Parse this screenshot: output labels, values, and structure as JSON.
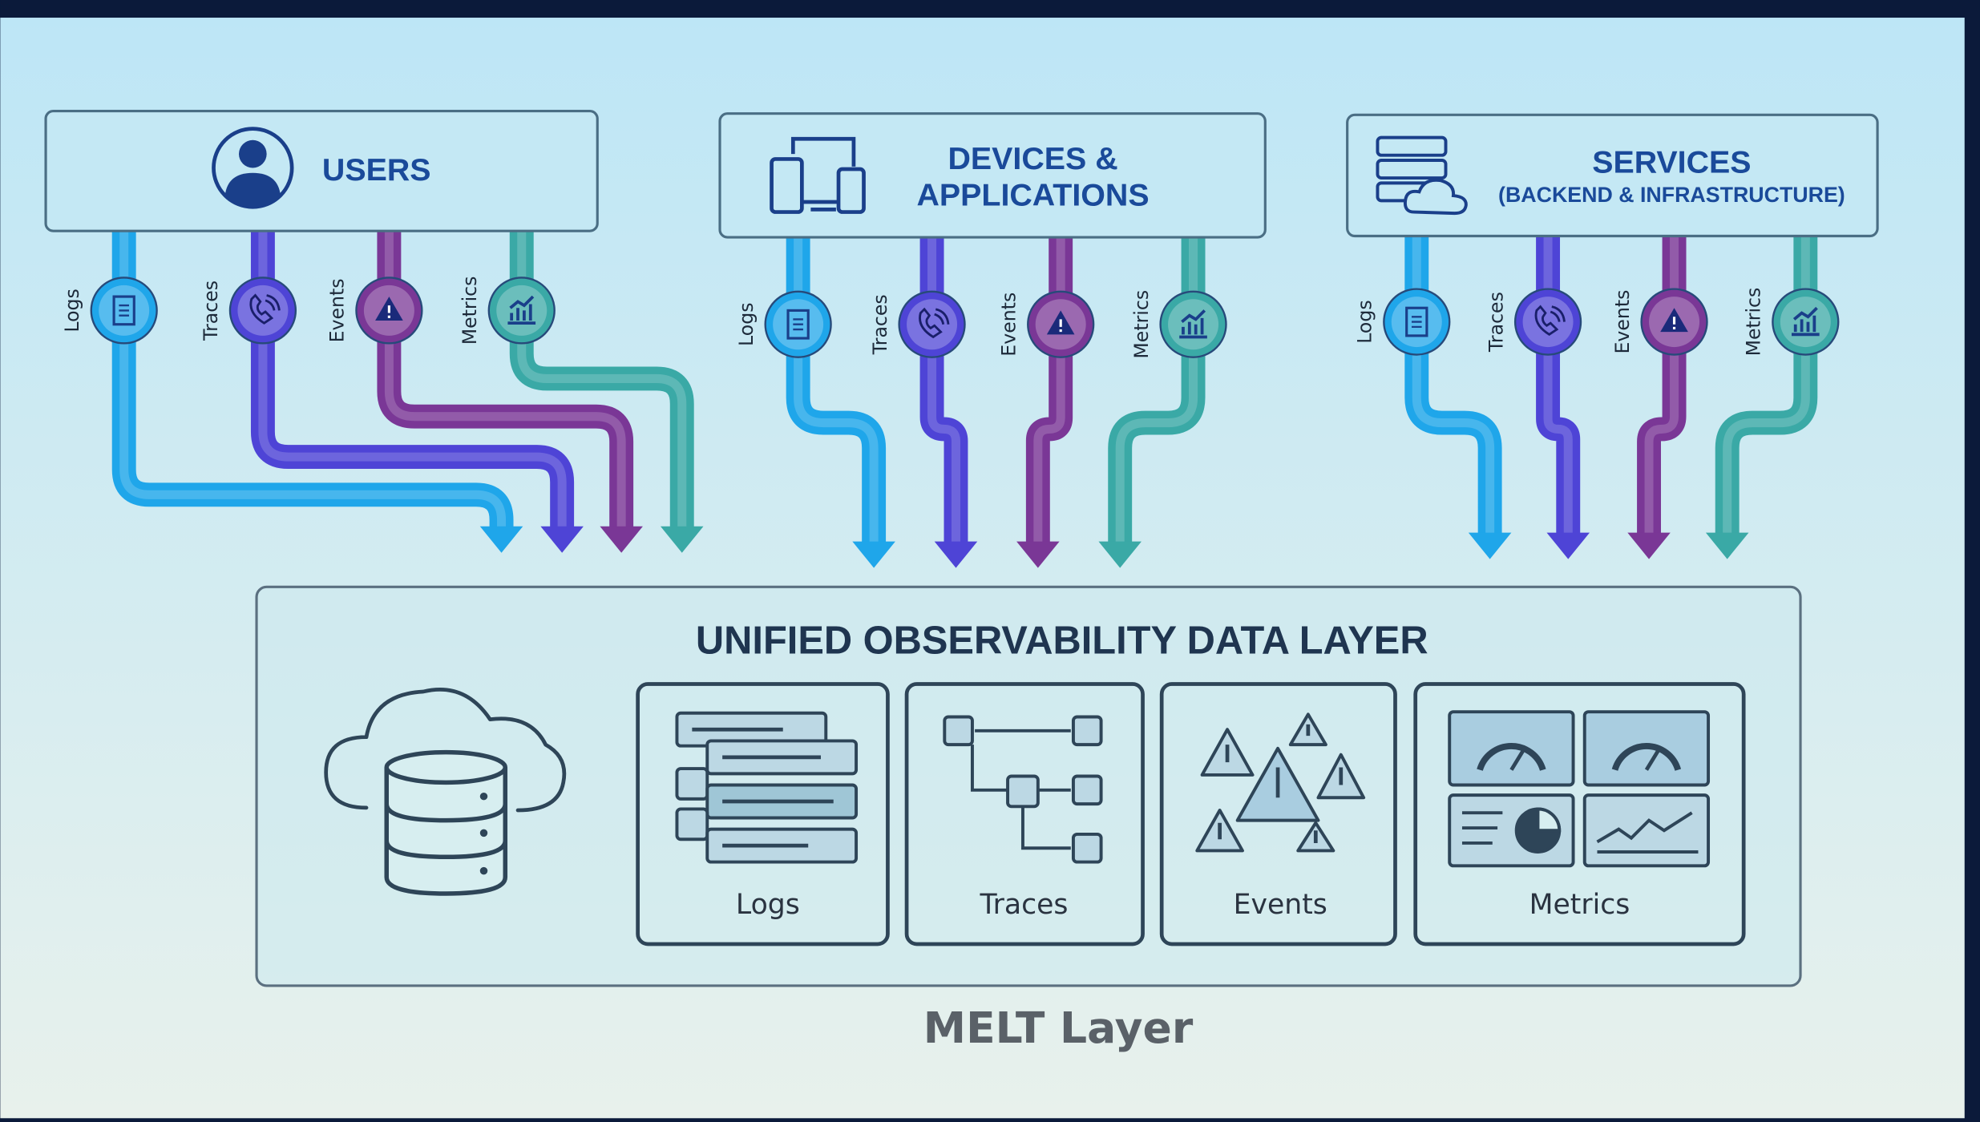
{
  "sources": [
    {
      "id": "users",
      "title": "USERS",
      "icon": "user-icon"
    },
    {
      "id": "devices",
      "title_line1": "DEVICES &",
      "title_line2": "APPLICATIONS",
      "icon": "devices-icon"
    },
    {
      "id": "services",
      "title": "SERVICES",
      "subtitle": "(BACKEND & INFRASTRUCTURE)",
      "icon": "server-cloud-icon"
    }
  ],
  "streams": [
    {
      "key": "logs",
      "label": "Logs",
      "color": "#1fa6ea",
      "icon": "document-icon"
    },
    {
      "key": "traces",
      "label": "Traces",
      "color": "#4e44d6",
      "icon": "phone-icon"
    },
    {
      "key": "events",
      "label": "Events",
      "color": "#7a3796",
      "icon": "warning-icon"
    },
    {
      "key": "metrics",
      "label": "Metrics",
      "color": "#3aa9a6",
      "icon": "chart-icon"
    }
  ],
  "data_layer": {
    "title": "UNIFIED OBSERVABILITY DATA LAYER",
    "panels": [
      {
        "label": "Logs"
      },
      {
        "label": "Traces"
      },
      {
        "label": "Events"
      },
      {
        "label": "Metrics"
      }
    ]
  },
  "footer": "MELT Layer",
  "colors": {
    "background_top": "#bde6f6",
    "background_bottom": "#e8f1ec",
    "text_dark": "#1f3550",
    "header_blue": "#1a4a9a"
  }
}
